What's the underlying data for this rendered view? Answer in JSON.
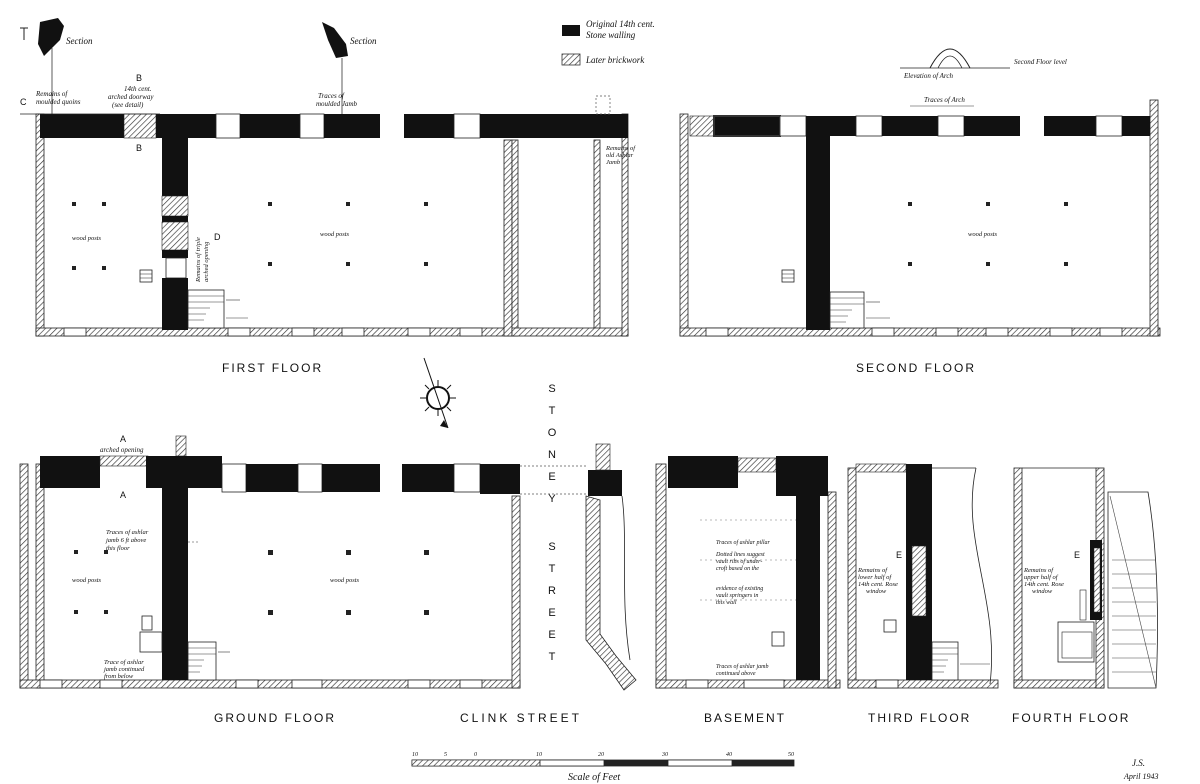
{
  "legend": {
    "stone_label_1": "Original 14th cent.",
    "stone_label_2": "Stone walling",
    "brick_label": "Later brickwork"
  },
  "floors": {
    "first": "FIRST   FLOOR",
    "second": "SECOND   FLOOR",
    "ground": "GROUND   FLOOR",
    "basement": "BASEMENT",
    "third": "THIRD   FLOOR",
    "fourth": "FOURTH   FLOOR"
  },
  "streets": {
    "clink": "CLINK   STREET",
    "stoney": [
      "S",
      "T",
      "O",
      "N",
      "E",
      "Y",
      "S",
      "T",
      "R",
      "E",
      "E",
      "T"
    ]
  },
  "notes": {
    "section_1": "Section",
    "section_2": "Section",
    "moulded_quoins": [
      "Remains of",
      "moulded quoins"
    ],
    "arched_doorway": [
      "14th cent.",
      "arched doorway",
      "(see detail)"
    ],
    "moulded_jamb": [
      "Traces of",
      "moulded Jamb"
    ],
    "elevation_arch": "Elevation of Arch",
    "second_floor_level": "Second Floor level",
    "traces_arch": "Traces of Arch",
    "ashlar_jamb": [
      "Remains of",
      "old Ashlar",
      "Jamb"
    ],
    "wood_posts": "wood posts",
    "arched_opening_d": [
      "Remains of triple",
      "arched opening"
    ],
    "arched_opening_a": "arched opening",
    "ashlar_jamb_ground": [
      "Traces of ashlar",
      "jamb 6 ft above",
      "this floor"
    ],
    "ashlar_jamb_below": [
      "Trace of ashlar",
      "jamb continued",
      "from below"
    ],
    "basement_notes": [
      "Traces of ashlar pillar",
      "Dotted lines suggest",
      "vault ribs of under-",
      "croft based on the",
      "evidence of existing",
      "vault springers in",
      "this wall",
      "Traces of ashlar jamb",
      "continued above"
    ],
    "rose_lower": [
      "Remains of",
      "lower half of",
      "14th cent. Rose",
      "window"
    ],
    "rose_upper": [
      "Remains of",
      "upper half of",
      "14th cent. Rose",
      "window"
    ],
    "letters": {
      "A": "A",
      "B": "B",
      "C": "C",
      "D": "D",
      "E": "E"
    }
  },
  "scale": {
    "label": "Scale of Feet",
    "ticks": [
      "10",
      "5",
      "0",
      "10",
      "20",
      "30",
      "40",
      "50"
    ]
  },
  "signature": {
    "initials": "J.S.",
    "date": "April 1943"
  }
}
